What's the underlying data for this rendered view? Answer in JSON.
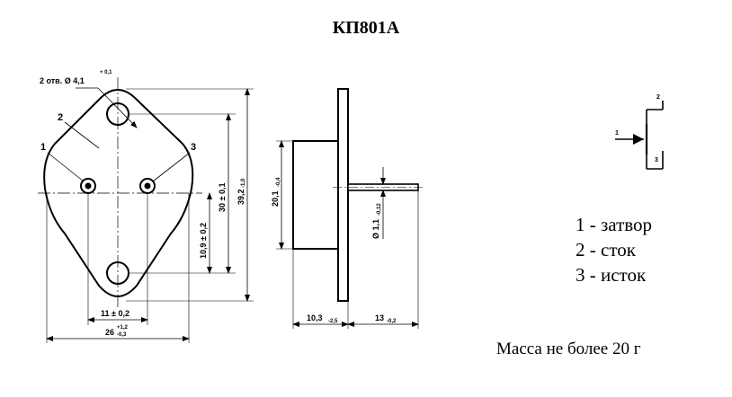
{
  "title": "КП801А",
  "pins": [
    {
      "line": "1 - затвор"
    },
    {
      "line": "2 - сток"
    },
    {
      "line": "3 - исток"
    }
  ],
  "mass": "Масса не более 20 г",
  "front": {
    "hole_note": "2 отв. Ø 4,1",
    "hole_tol": "+ 0,1",
    "callout_1": "1",
    "callout_2": "2",
    "callout_3": "3",
    "dim_11": "11 ± 0,2",
    "dim_26": "26",
    "dim_26_up": "+1,2",
    "dim_26_dn": "-0,3",
    "dim_10_9": "10,9 ± 0,2",
    "dim_30": "30 ± 0,1",
    "dim_39": "39,2",
    "dim_39_tol": "-1,0"
  },
  "side": {
    "dim_20": "20,1",
    "dim_20_tol": "-0,4",
    "dim_pin": "Ø 1,1",
    "dim_pin_tol": "-0,12",
    "dim_10_3": "10,3",
    "dim_10_3_tol": "-2,5",
    "dim_13": "13",
    "dim_13_tol": "-0,2"
  },
  "symbol": {
    "pin1": "1",
    "pin2": "2",
    "pin3": "3"
  }
}
